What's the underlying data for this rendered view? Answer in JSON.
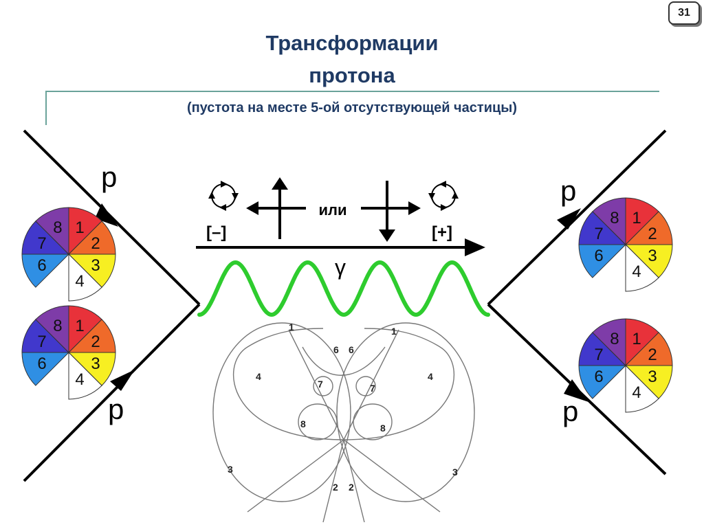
{
  "slide_number": "31",
  "title_line1": "Трансформации",
  "title_line2": "протона",
  "subtitle": "(пустота на месте 5-ой отсутствующей частицы)",
  "labels": {
    "particle": "p",
    "photon": "γ",
    "or": "или",
    "minus": "[–]",
    "plus": "[+]"
  },
  "wheel_sectors": [
    {
      "num": "1",
      "color": "#e8323a"
    },
    {
      "num": "2",
      "color": "#ef6a2a"
    },
    {
      "num": "3",
      "color": "#f7ef22"
    },
    {
      "num": "4",
      "color": "#ffffff"
    },
    {
      "num": "6",
      "color": "#2f8fe4"
    },
    {
      "num": "7",
      "color": "#4138cc"
    },
    {
      "num": "8",
      "color": "#7e3ca8"
    }
  ],
  "orbit_labels": [
    "1",
    "1",
    "6",
    "6",
    "4",
    "4",
    "7",
    "7",
    "8",
    "8",
    "3",
    "3",
    "2",
    "2"
  ],
  "colors": {
    "title": "#1f3a64",
    "wave": "#2ecc2e",
    "rule": "#6aa39a"
  }
}
